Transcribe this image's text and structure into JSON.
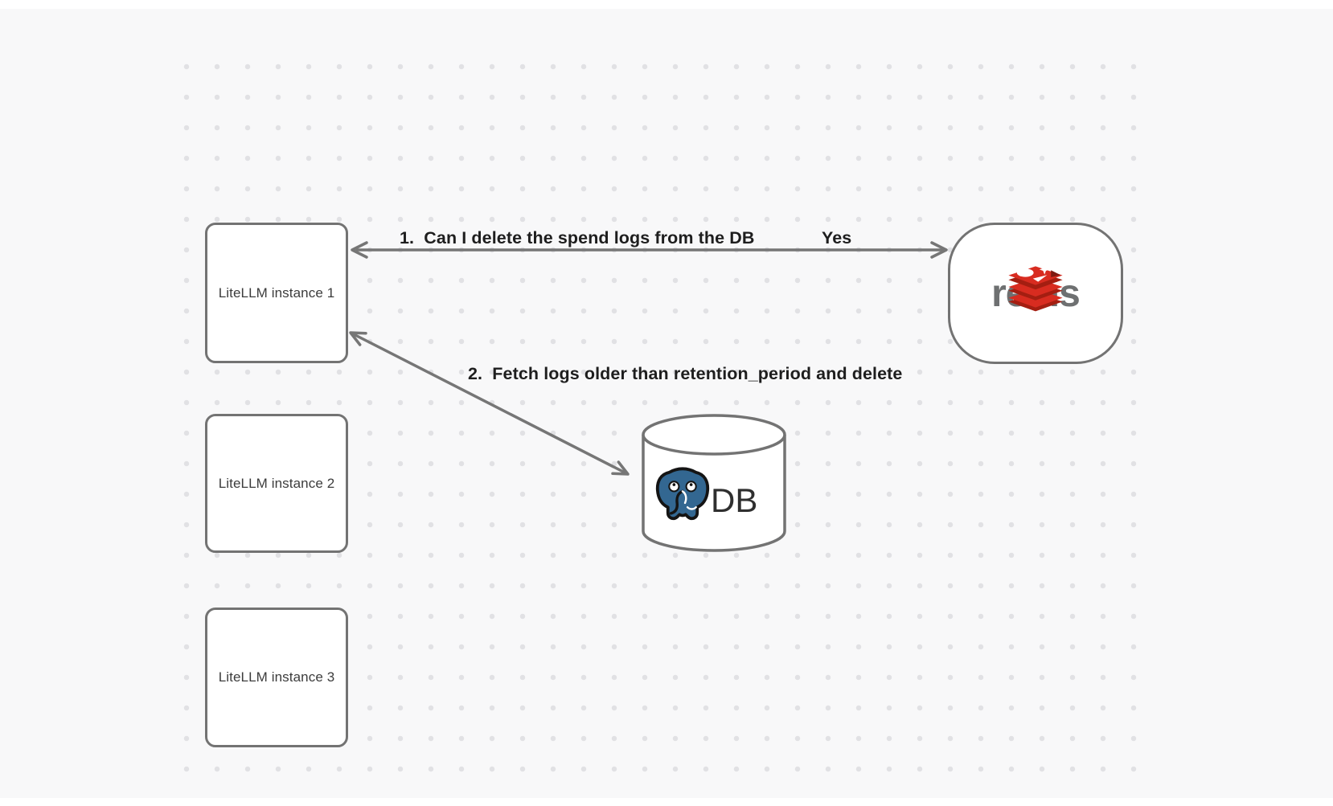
{
  "diagram": {
    "nodes": {
      "instance1": {
        "label": "LiteLLM instance 1"
      },
      "instance2": {
        "label": "LiteLLM instance 2"
      },
      "instance3": {
        "label": "LiteLLM instance 3"
      },
      "redis": {
        "wordmark": "redis"
      },
      "database": {
        "label": "DB"
      }
    },
    "arrows": {
      "arrow1": {
        "label": "1.  Can I delete the spend logs from the DB",
        "response": "Yes",
        "from": "redis",
        "to": "instance1"
      },
      "arrow2": {
        "label": "2.  Fetch logs older than retention_period and delete",
        "from": "instance1",
        "to": "database"
      }
    },
    "icons": {
      "redis_logo": "redis-logo-icon",
      "postgres_logo": "postgresql-elephant-icon"
    },
    "colors": {
      "canvas_background": "#f8f8f9",
      "grid_dot": "#e1e1e4",
      "shape_stroke": "#737373",
      "arrow_stroke": "#767676",
      "label_text": "#1e1e1e",
      "node_text": "#3c3c3c",
      "redis_red": "#d82c20",
      "redis_dark_red": "#a41e11",
      "redis_maroon": "#7d1a12",
      "redis_wordmark_gray": "#6e7071",
      "postgres_blue": "#336791",
      "db_text": "#2f2f2f"
    }
  }
}
